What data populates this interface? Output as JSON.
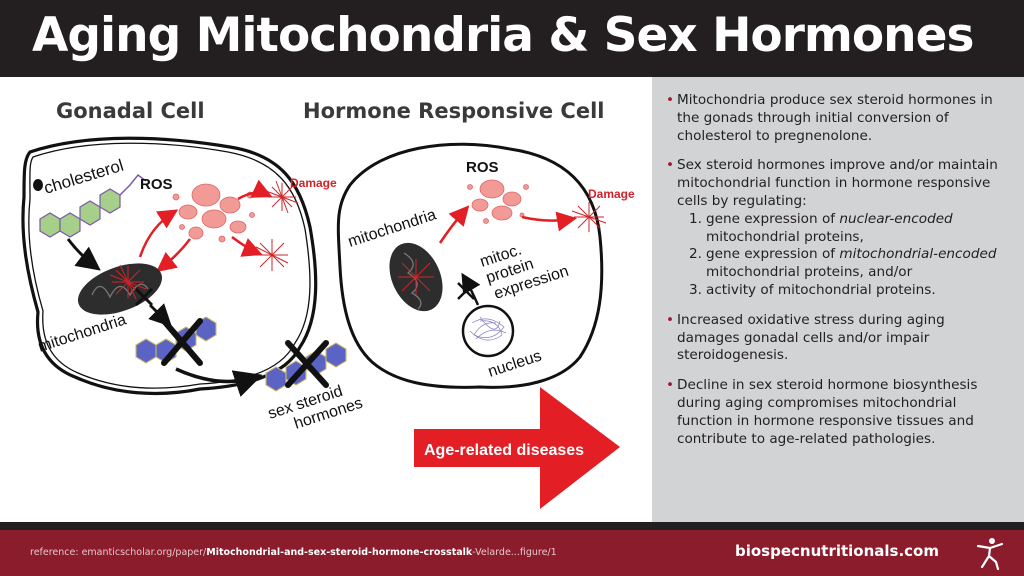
{
  "title": "Aging Mitochondria & Sex Hormones",
  "diagram": {
    "gonadal_heading": "Gonadal Cell",
    "responsive_heading": "Hormone Responsive Cell",
    "labels": {
      "cholesterol": "cholesterol",
      "ros_left": "ROS",
      "damage_left": "Damage",
      "mitochondria_left": "mitochondria",
      "sex_steroid": "sex steroid",
      "hormones": "hormones",
      "ros_right": "ROS",
      "damage_right": "Damage",
      "mitochondria_right": "mitochondria",
      "mitoc": "mitoc.",
      "protein": "protein",
      "expression": "expression",
      "nucleus": "nucleus",
      "age_related": "Age-related diseases"
    },
    "colors": {
      "arrow_red": "#e31e24",
      "ros_pink": "#f29a95",
      "damage_red": "#d2232a",
      "ring_green": "#7fbf6a",
      "ring_blue": "#4a55b5"
    }
  },
  "panel": {
    "bullets": [
      {
        "text": "Mitochondria produce sex steroid hormones in the gonads through initial conversion of cholesterol to pregnenolone."
      },
      {
        "text": "Sex steroid hormones improve and/or maintain mitochondrial function in hormone responsive cells by regulating:"
      },
      {
        "text": "Increased oxidative stress during aging damages gonadal cells and/or impair steroidogenesis."
      },
      {
        "text": "Decline in sex steroid hormone biosynthesis during aging compromises mitochondrial function in hormone responsive tissues and contribute to age-related pathologies."
      }
    ],
    "subitems": [
      {
        "num": "1.",
        "pre": "gene expression of ",
        "em": "nuclear-encoded",
        "post": " mitochondrial proteins,"
      },
      {
        "num": "2.",
        "pre": "gene expression of ",
        "em": "mitochondrial-encoded",
        "post": " mitochondrial proteins, and/or"
      },
      {
        "num": "3.",
        "pre": "activity of mitochondrial proteins.",
        "em": "",
        "post": ""
      }
    ]
  },
  "footer": {
    "reference_prefix": "reference: emanticscholar.org/paper/",
    "reference_bold": "Mitochondrial-and-sex-steroid-hormone-crosstalk",
    "reference_suffix": "-Velarde...figure/1",
    "brand": "biospecnutritionals.com",
    "brand_icon": "runner-figure-icon"
  }
}
